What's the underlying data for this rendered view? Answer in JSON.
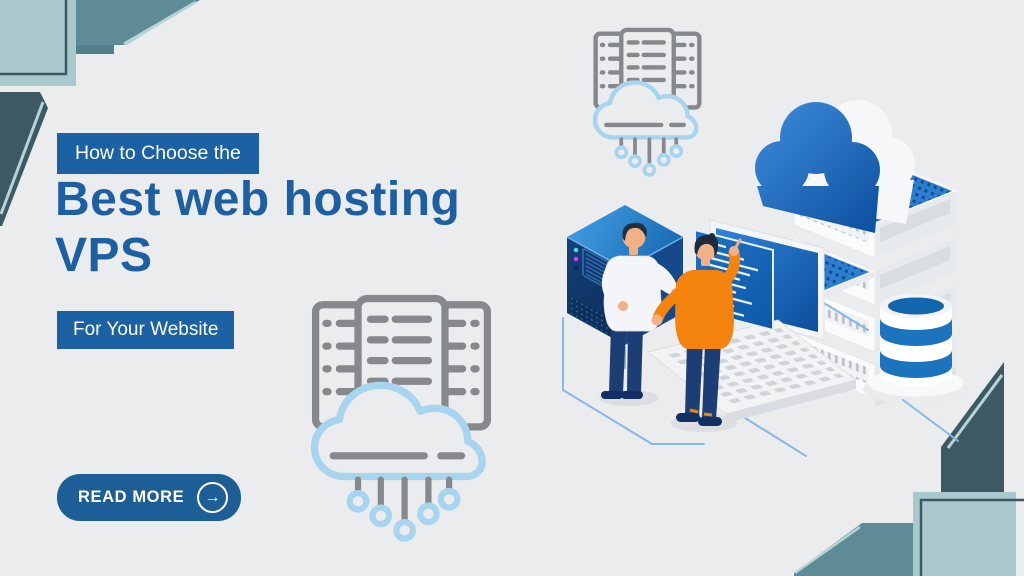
{
  "banner": {
    "eyebrow": "How to Choose the",
    "title_line1": "Best web hosting",
    "title_line2": "VPS",
    "subtitle": "For Your Website",
    "cta": {
      "label": "READ MORE",
      "arrow_icon": "→"
    }
  },
  "colors": {
    "background": "#ebeced",
    "headline_blue": "#1d5fa3",
    "badge_blue": "#1b61a3",
    "button_blue": "#1d5e96",
    "corner_dark_teal": "#3d5a64",
    "corner_mid_teal": "#5e8b96",
    "corner_light_teal": "#a9c9cc",
    "icon_gray": "#85888c",
    "icon_light_blue": "#a7d4ee",
    "illustration_blue": "#1c73be",
    "illustration_navy": "#0d2f5b",
    "illustration_orange": "#f5840e"
  },
  "icons": {
    "cloud_server_small": "cloud-server-outline",
    "cloud_server_large": "cloud-server-outline",
    "cta_arrow": "arrow-right-circle"
  }
}
